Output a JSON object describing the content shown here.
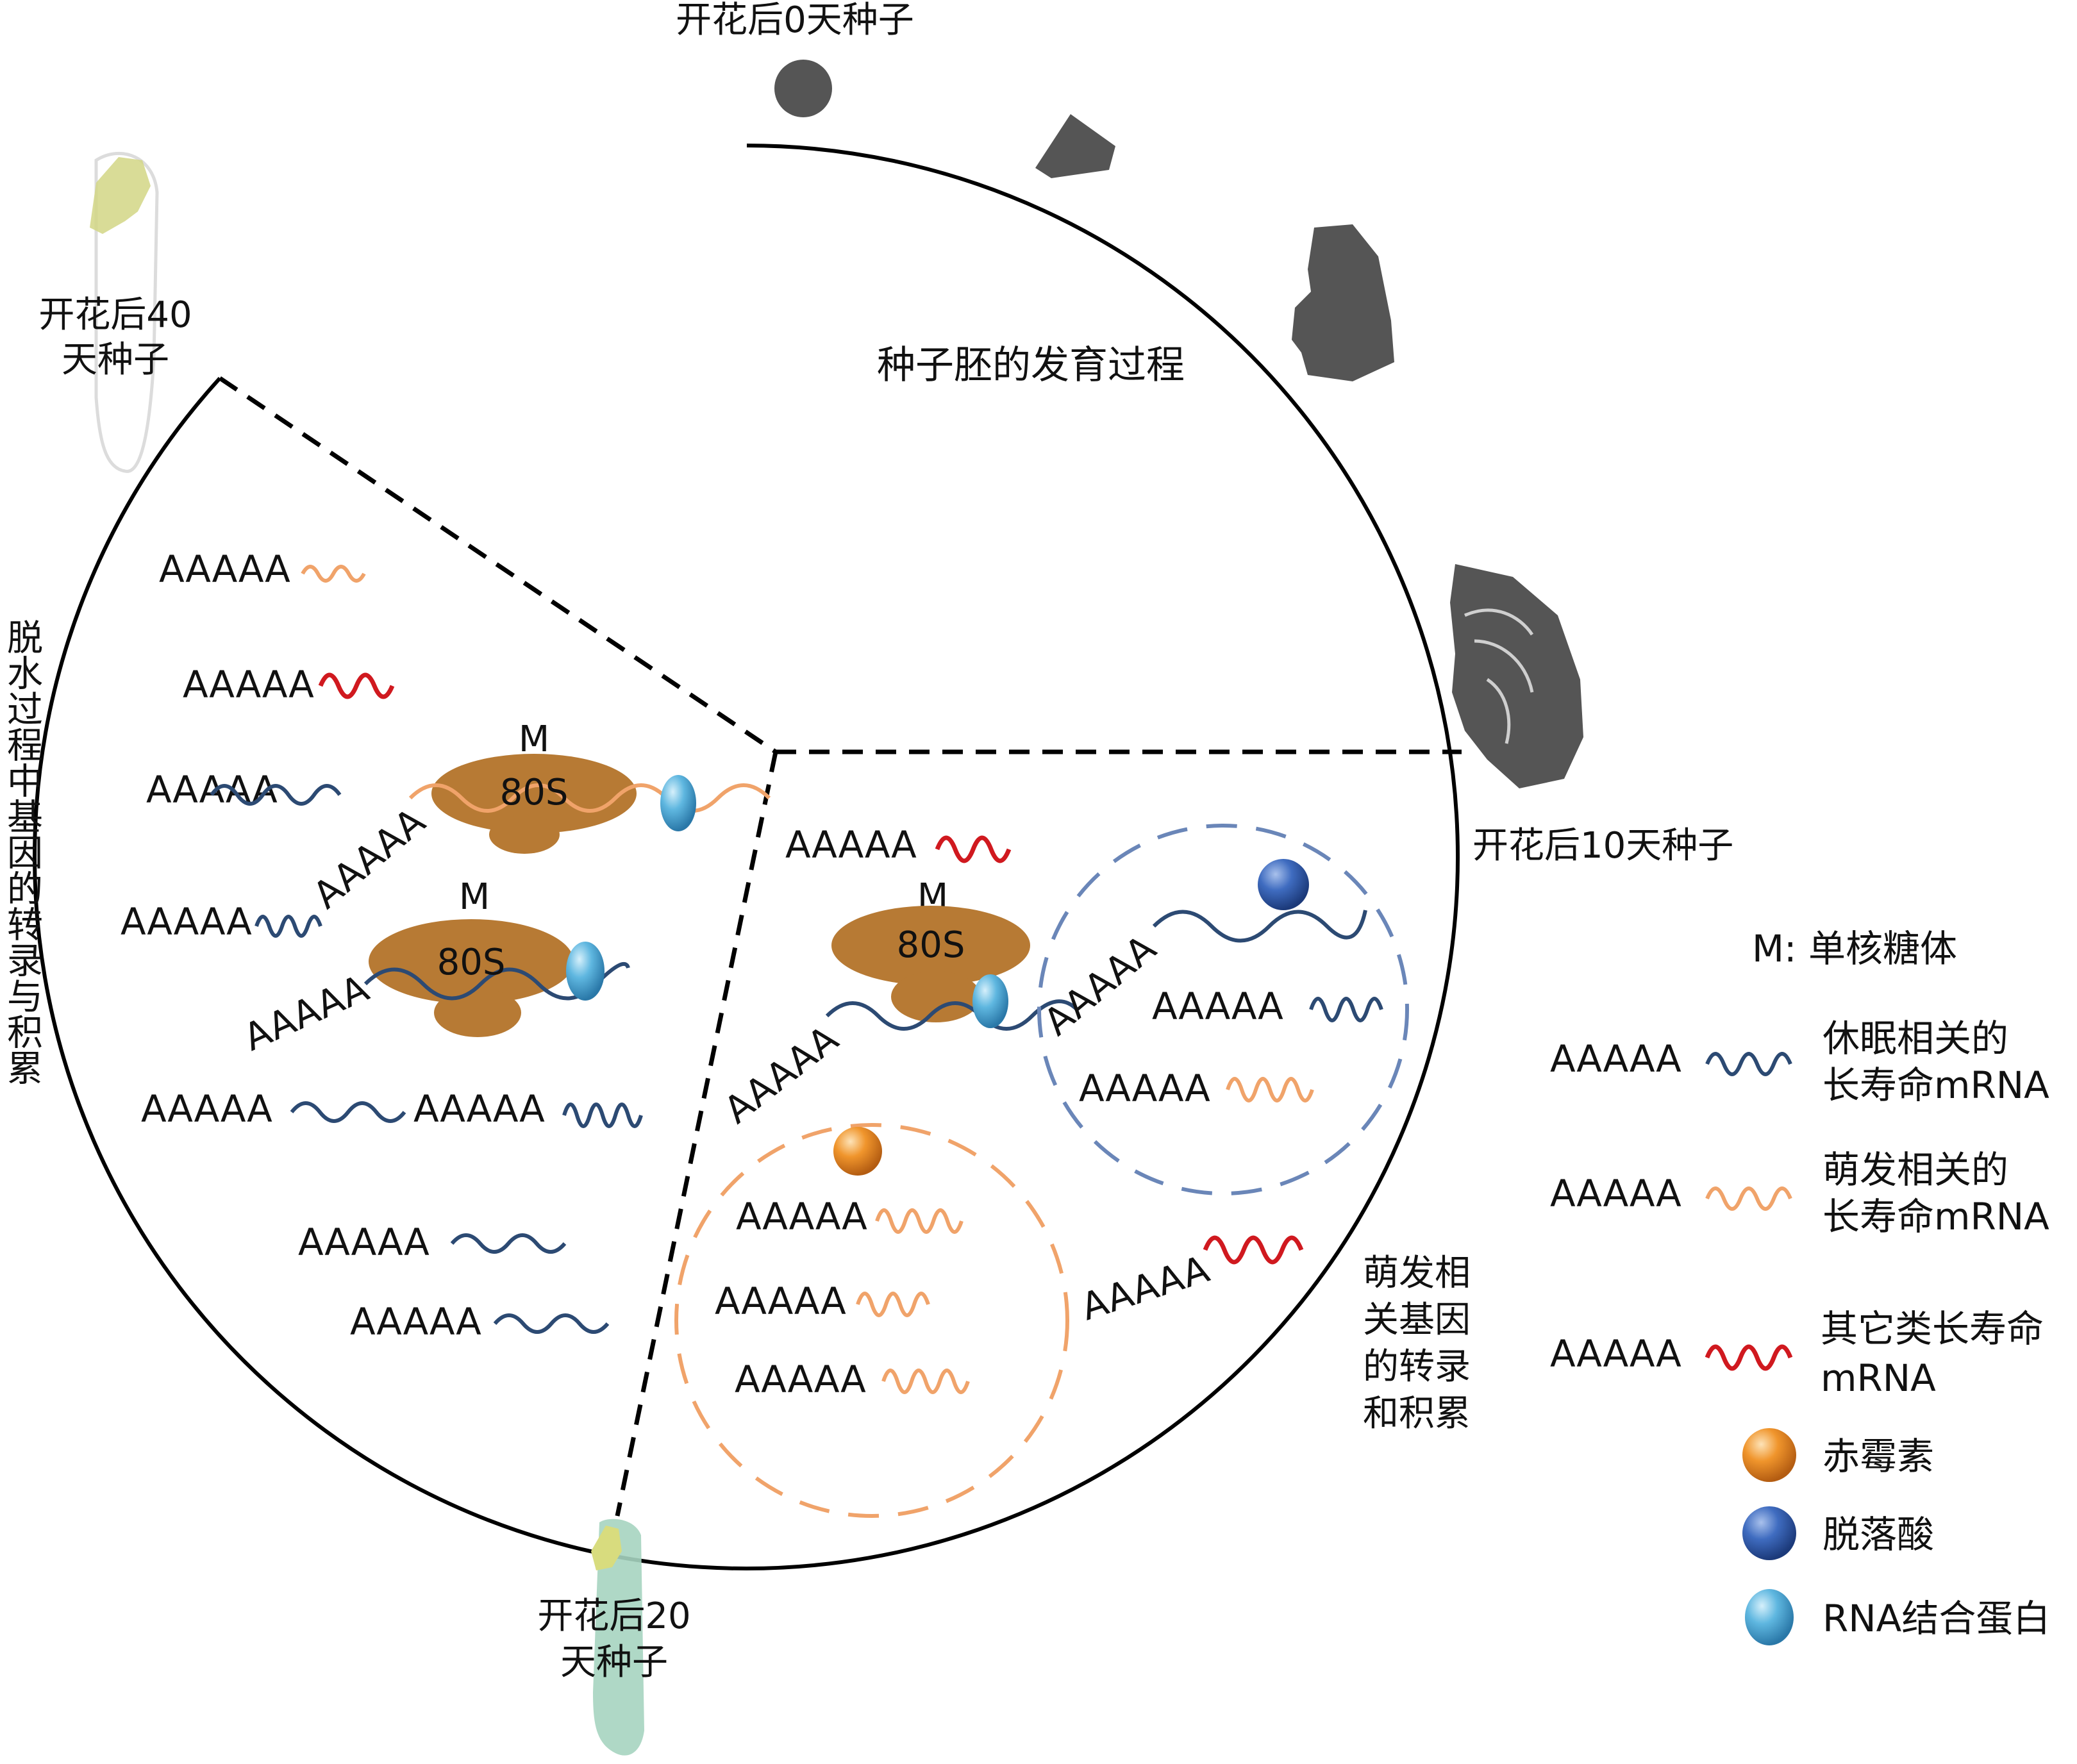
{
  "labels": {
    "stage_0": "开花后0天种子",
    "stage_10": "开花后10天种子",
    "stage_20_line1": "开花后20",
    "stage_20_line2": "天种子",
    "stage_40_line1": "开花后40",
    "stage_40_line2": "天种子",
    "embryo_dev": "种子胚的发育过程",
    "dehydration_vertical": "脱水过程中基因的转录与积累",
    "germ_acc_lines": [
      "萌发相",
      "关基因",
      "的转录",
      "和积累"
    ]
  },
  "mrna": {
    "polyA": "AAAAA",
    "monosome_letter": "M",
    "ribosome": "80S"
  },
  "legend": {
    "monosome": "M: 单核糖体",
    "dormancy_line1": "休眠相关的",
    "dormancy_line2": "长寿命mRNA",
    "germination_line1": "萌发相关的",
    "germination_line2": "长寿命mRNA",
    "other_line1": "其它类长寿命",
    "other_line2": "mRNA",
    "gibberellin": "赤霉素",
    "aba": "脱落酸",
    "rbp": "RNA结合蛋白"
  },
  "colors": {
    "dormancy": "#2c4a73",
    "germination": "#f0a36a",
    "other": "#d0191f",
    "ribosome": "#b77a34",
    "seed": "#555555",
    "dash_blue": "#6a86b8",
    "dash_orange": "#f0a36a"
  }
}
